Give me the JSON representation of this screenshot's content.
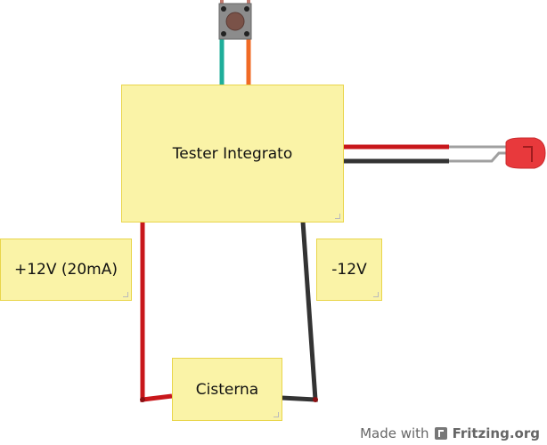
{
  "notes": {
    "tester": "Tester Integrato",
    "plus12": "+12V (20mA)",
    "minus12": "-12V",
    "cisterna": "Cisterna"
  },
  "footer": {
    "made_with": "Made with",
    "brand": "Fritzing.org"
  },
  "colors": {
    "note_bg": "#faf3a7",
    "wire_red": "#c8171b",
    "wire_black": "#333333",
    "wire_teal": "#1fae9a",
    "wire_orange": "#f06a25",
    "led": "#e8393c"
  }
}
